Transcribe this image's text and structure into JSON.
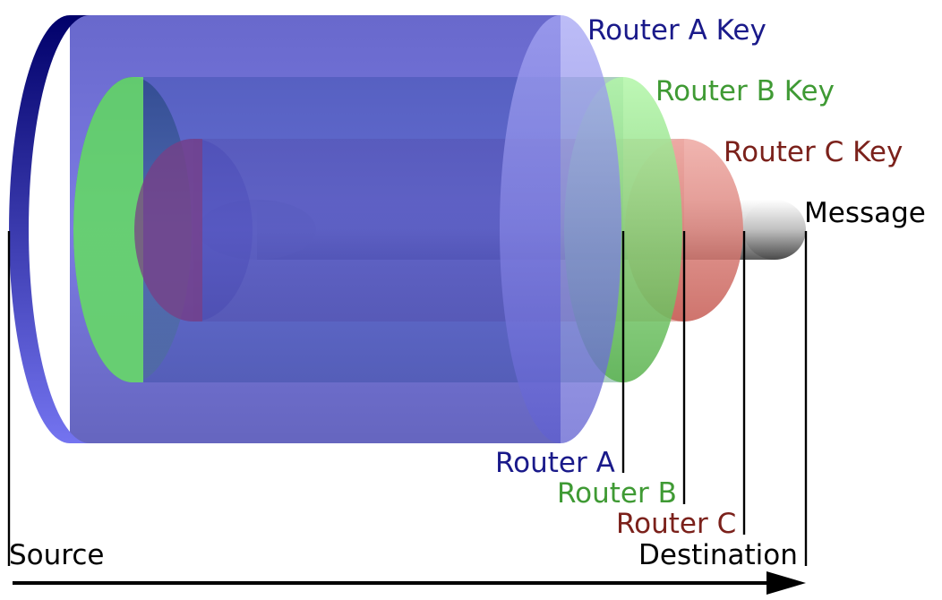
{
  "labels": {
    "router_a_key": "Router A Key",
    "router_b_key": "Router B Key",
    "router_c_key": "Router C Key",
    "message": "Message",
    "router_a": "Router A",
    "router_b": "Router B",
    "router_c": "Router C",
    "source": "Source",
    "destination": "Destination"
  },
  "colors": {
    "layer_a": "#3a3acb",
    "layer_a_text": "#1a1a8a",
    "layer_b": "#78d878",
    "layer_b_text": "#3f9a34",
    "layer_c": "#e4837d",
    "layer_c_text": "#7b211b",
    "message": "#b8b8b8",
    "text": "#000000"
  }
}
